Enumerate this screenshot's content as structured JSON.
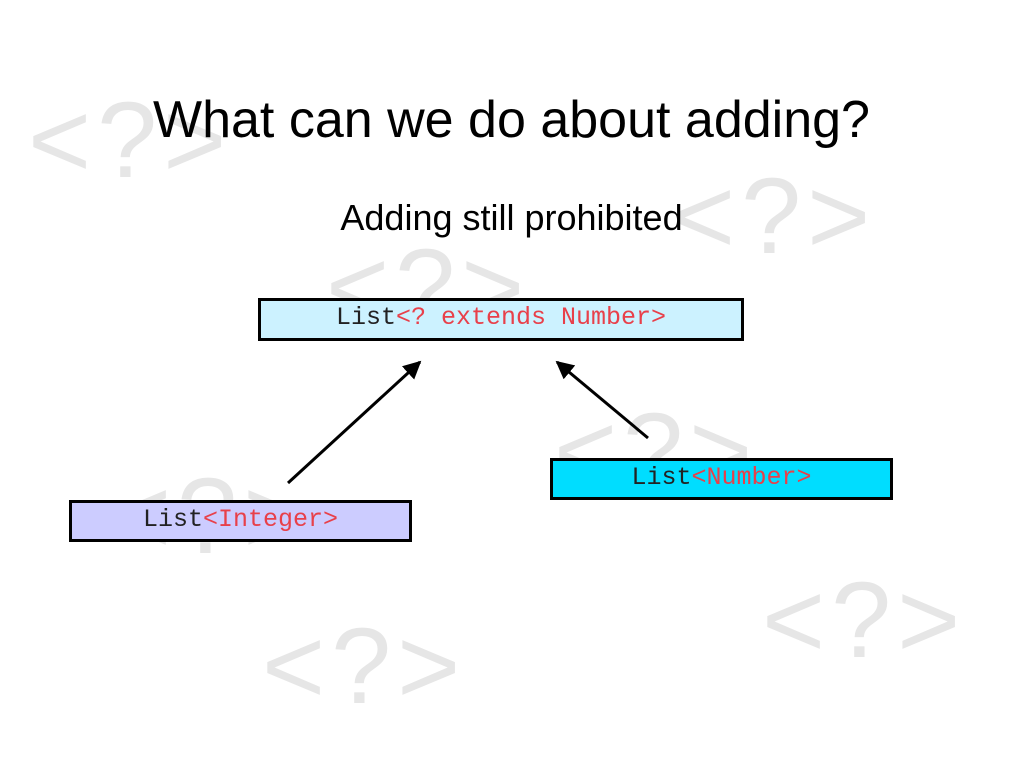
{
  "slide": {
    "title": "What can we do about adding?",
    "subtitle": "Adding still prohibited"
  },
  "watermark": {
    "glyph": "<?>",
    "color": "#e6e6e6"
  },
  "nodes": {
    "wildcard": {
      "prefix": "List",
      "param": "<? extends Number>",
      "fill": "#ccf2ff",
      "param_color": "#e8404a"
    },
    "number": {
      "prefix": "List",
      "param": "<Number>",
      "fill": "#00ddff",
      "param_color": "#e8404a"
    },
    "integer": {
      "prefix": "List",
      "param": "<Integer>",
      "fill": "#ccccff",
      "param_color": "#e8404a"
    }
  },
  "edges": [
    {
      "from": "integer",
      "to": "wildcard"
    },
    {
      "from": "number",
      "to": "wildcard"
    }
  ]
}
